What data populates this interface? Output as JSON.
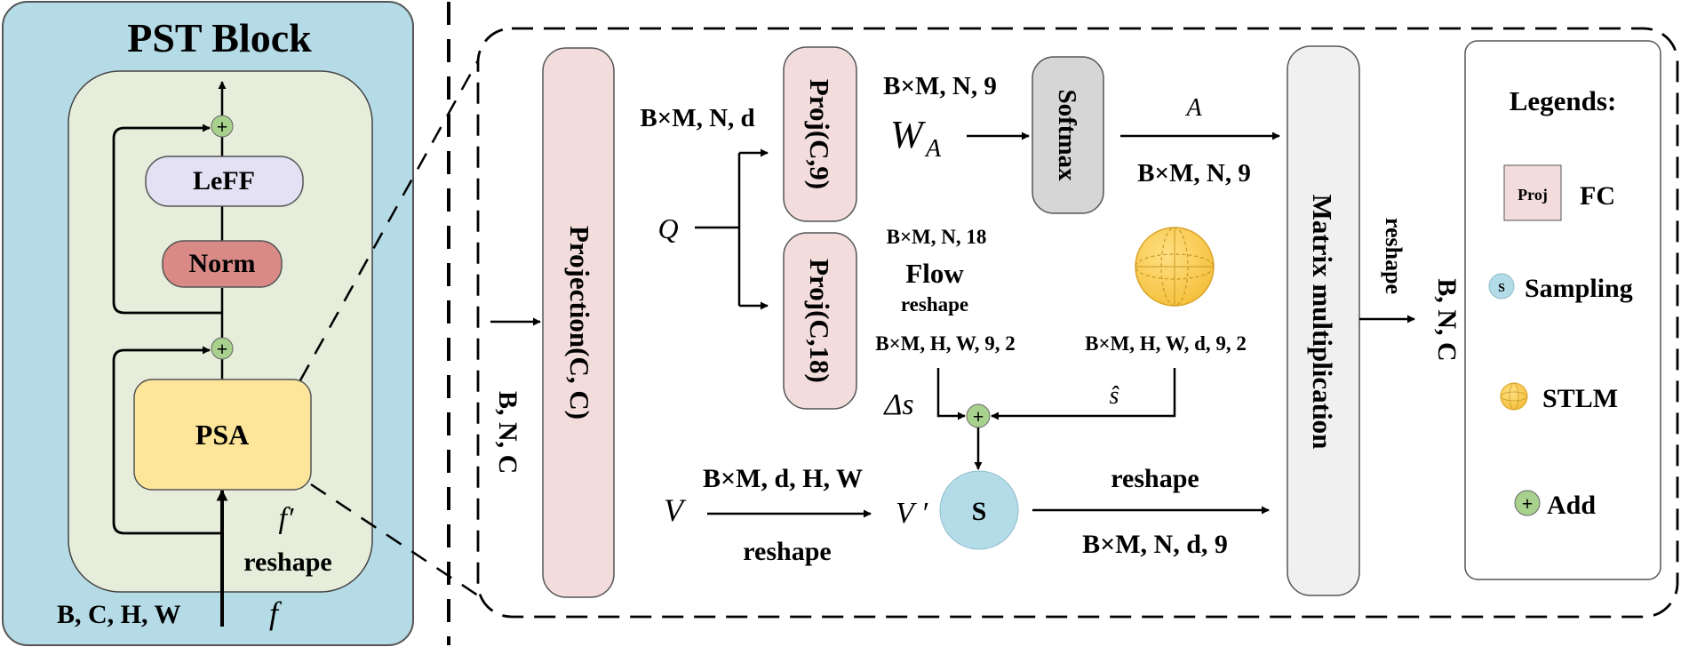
{
  "colors": {
    "block_bg": "#b5dbe6",
    "inner_bg": "#e6edda",
    "leff": "#e4e1f4",
    "norm": "#d98a86",
    "psa": "#fde59a",
    "proj": "#f2dcdc",
    "softmax": "#d6d6d6",
    "matmul": "#f0f0f0",
    "add": "#a9d18e",
    "sampling": "#b3dce8",
    "stlm": "#f8cc55"
  },
  "left": {
    "title": "PST Block",
    "leff": "LeFF",
    "norm": "Norm",
    "psa": "PSA",
    "f_prime": "f′",
    "reshape": "reshape",
    "bchw": "B, C, H, W",
    "f": "f",
    "add_symbol": "+"
  },
  "right": {
    "projection": "Projection(C, C)",
    "bnc_in": "B, N, C",
    "q": "Q",
    "bmnd": "B×M, N, d",
    "proj9": "Proj(C,9)",
    "proj18": "Proj(C,18)",
    "bmn9_top": "B×M, N, 9",
    "wa": "W",
    "wa_sub": "A",
    "softmax": "Softmax",
    "a_label": "A",
    "bmn9_right": "B×M, N, 9",
    "bmn18": "B×M, N, 18",
    "flow": "Flow",
    "reshape_flow": "reshape",
    "bmhw92": "B×M, H, W, 9, 2",
    "bmhwd92": "B×M, H, W, d, 9, 2",
    "delta_s": "Δs",
    "s_hat": "ŝ",
    "v": "V",
    "bmdhw": "B×M, d, H, W",
    "reshape_v": "reshape",
    "v_prime": "V ′",
    "sampling_symbol": "S",
    "reshape_s": "reshape",
    "bmnd9": "B×M, N, d, 9",
    "matmul": "Matrix multiplication",
    "reshape_out": "reshape",
    "bnc_out": "B, N, C",
    "add_symbol": "+"
  },
  "legend": {
    "title": "Legends:",
    "proj_icon": "Proj",
    "fc": "FC",
    "s_icon": "S",
    "sampling": "Sampling",
    "stlm": "STLM",
    "add_icon": "+",
    "add": "Add"
  }
}
